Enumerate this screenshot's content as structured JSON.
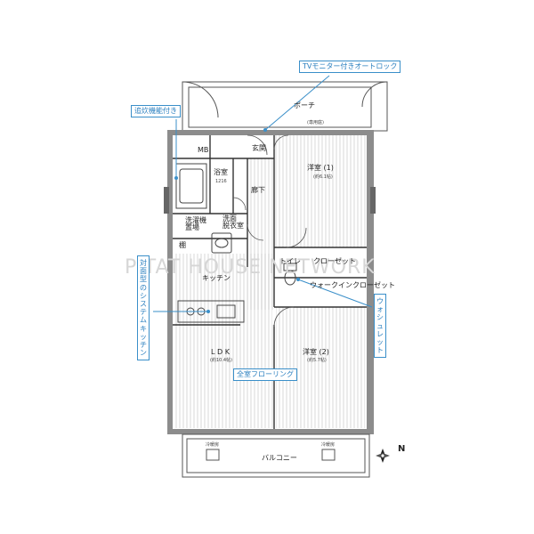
{
  "rooms": {
    "porch": "ポーチ",
    "porch_note": "(専用庭)",
    "entrance": "玄関",
    "mb": "MB",
    "bath": "浴室",
    "bath_size": "1216",
    "corridor": "廊下",
    "washroom": "洗面\n脱衣室",
    "washer": "洗濯機\n置場",
    "shelf": "棚",
    "kitchen": "キッチン",
    "toilet": "トイレ",
    "closet": "クローゼット",
    "walkin": "ウォークインクローゼット",
    "ldk": "L D K",
    "ldk_size": "(約10.4帖)",
    "western1": "洋室 (1)",
    "western1_size": "(約6.1帖)",
    "western2": "洋室 (2)",
    "western2_size": "(約5.7帖)",
    "balcony": "バルコニー",
    "ac_left": "冷暖房",
    "ac_right": "冷暖房"
  },
  "callouts": {
    "tv_monitor": "TVモニター付きオートロック",
    "reheat": "追炊機能付き",
    "kitchen_type": "対面型のシステムキッチン",
    "washlet": "ウォシュレット",
    "flooring": "全室フローリング"
  },
  "watermark": "PITAT HOUSE NETWORK",
  "compass": "N",
  "colors": {
    "accent": "#3a8fc9",
    "wall": "#777777",
    "line": "#333333"
  }
}
